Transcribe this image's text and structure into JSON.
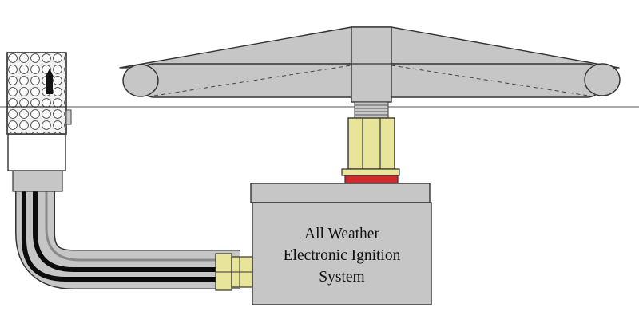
{
  "label": {
    "line1": "All Weather",
    "line2": "Electronic Ignition",
    "line3": "System"
  },
  "colors": {
    "gray": "#c6c6c6",
    "dark_gray": "#8a8a8a",
    "brass": "#e8e49a",
    "red": "#d22a2a",
    "cable_black": "#0c0c0c",
    "outline": "#333333"
  }
}
